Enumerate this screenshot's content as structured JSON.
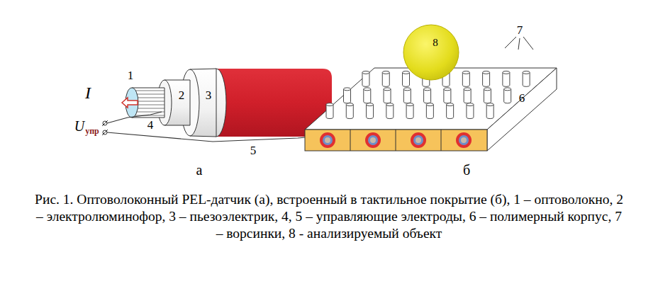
{
  "diagram": {
    "caption": "Рис. 1. Оптоволоконный PEL-датчик (а), встроенный в тактильное покрытие (б), 1 – оптоволокно, 2 – электролюминофор, 3 – пьезоэлектрик, 4, 5 – управляющие электроды, 6 – полимерный корпус, 7 – ворсинки, 8 - анализируемый объект",
    "nodes": [
      {
        "text": [
          "8"
        ]
      }
    ],
    "labels": [
      "1",
      "2",
      "3",
      "I",
      "4",
      "U",
      "упр",
      "5",
      "6",
      "7",
      "а",
      "б"
    ]
  }
}
